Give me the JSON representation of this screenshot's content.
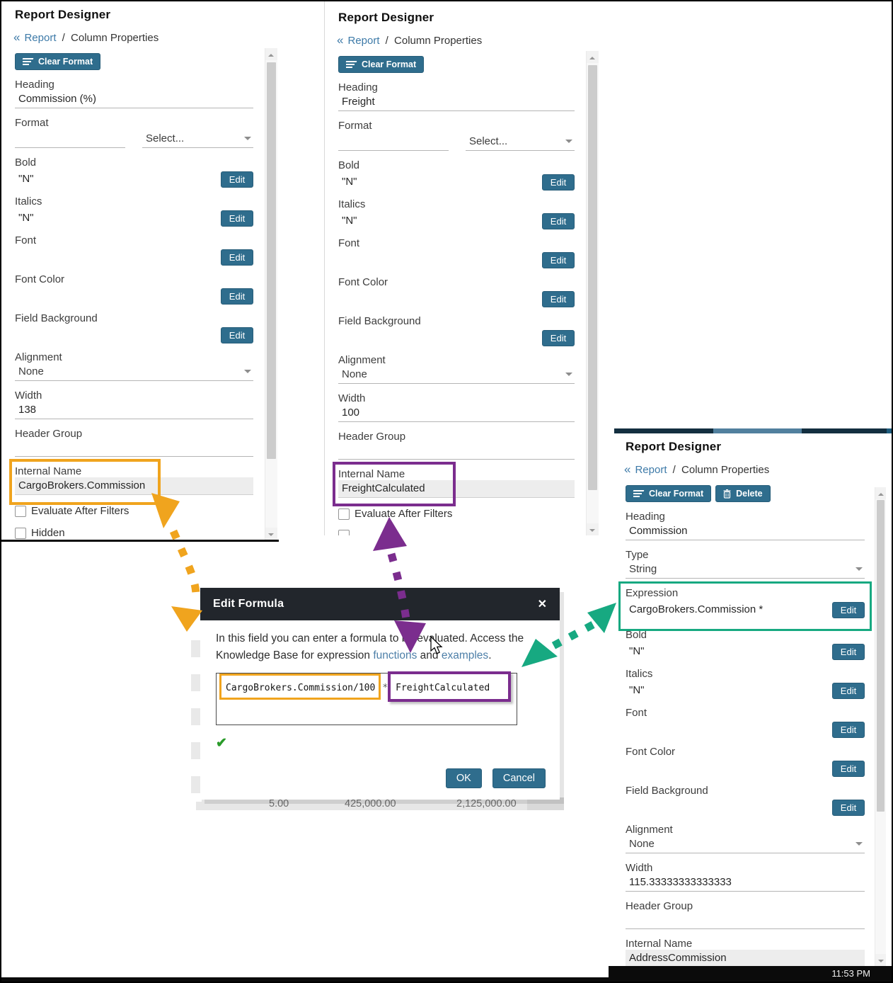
{
  "colors": {
    "accent_teal": "#2f6d8d",
    "highlight_orange": "#f0a41e",
    "highlight_purple": "#7b2d8e",
    "highlight_green": "#17a981",
    "link_blue": "#4d7fa8"
  },
  "panel_a": {
    "title": "Report Designer",
    "breadcrumb": {
      "back": "«",
      "link": "Report",
      "separator": "/",
      "current": "Column Properties"
    },
    "toolbar": {
      "clear_format": "Clear Format"
    },
    "fields": {
      "heading_label": "Heading",
      "heading_value": "Commission (%)",
      "format_label": "Format",
      "format_select": "Select...",
      "bold_label": "Bold",
      "bold_value": "\"N\"",
      "italics_label": "Italics",
      "italics_value": "\"N\"",
      "font_label": "Font",
      "font_color_label": "Font Color",
      "field_background_label": "Field Background",
      "alignment_label": "Alignment",
      "alignment_value": "None",
      "width_label": "Width",
      "width_value": "138",
      "header_group_label": "Header Group",
      "internal_name_label": "Internal Name",
      "internal_name_value": "CargoBrokers.Commission",
      "evaluate_after_filters": "Evaluate After Filters",
      "hidden": "Hidden",
      "edit_label": "Edit"
    }
  },
  "panel_b": {
    "title": "Report Designer",
    "breadcrumb": {
      "back": "«",
      "link": "Report",
      "separator": "/",
      "current": "Column Properties"
    },
    "toolbar": {
      "clear_format": "Clear Format"
    },
    "fields": {
      "heading_label": "Heading",
      "heading_value": "Freight",
      "format_label": "Format",
      "format_select": "Select...",
      "bold_label": "Bold",
      "bold_value": "\"N\"",
      "italics_label": "Italics",
      "italics_value": "\"N\"",
      "font_label": "Font",
      "font_color_label": "Font Color",
      "field_background_label": "Field Background",
      "alignment_label": "Alignment",
      "alignment_value": "None",
      "width_label": "Width",
      "width_value": "100",
      "header_group_label": "Header Group",
      "internal_name_label": "Internal Name",
      "internal_name_value": "FreightCalculated",
      "evaluate_after_filters": "Evaluate After Filters",
      "edit_label": "Edit"
    }
  },
  "panel_c": {
    "title": "Report Designer",
    "breadcrumb": {
      "back": "«",
      "link": "Report",
      "separator": "/",
      "current": "Column Properties"
    },
    "toolbar": {
      "clear_format": "Clear Format",
      "delete": "Delete"
    },
    "fields": {
      "heading_label": "Heading",
      "heading_value": "Commission",
      "type_label": "Type",
      "type_value": "String",
      "expression_label": "Expression",
      "expression_value": "CargoBrokers.Commission *",
      "bold_label": "Bold",
      "bold_value": "\"N\"",
      "italics_label": "Italics",
      "italics_value": "\"N\"",
      "font_label": "Font",
      "font_color_label": "Font Color",
      "field_background_label": "Field Background",
      "alignment_label": "Alignment",
      "alignment_value": "None",
      "width_label": "Width",
      "width_value": "115.33333333333333",
      "header_group_label": "Header Group",
      "internal_name_label": "Internal Name",
      "internal_name_value": "AddressCommission",
      "edit_label": "Edit"
    }
  },
  "dialog": {
    "title": "Edit Formula",
    "close": "✕",
    "text_before": "In this field you can enter a formula to be evaluated. Access the Knowledge Base for expression ",
    "functions_link": "functions",
    "text_mid": " and ",
    "examples_link": "examples",
    "text_end": ".",
    "formula_left": "CargoBrokers.Commission/100",
    "formula_operator": "*",
    "formula_right": "FreightCalculated",
    "valid_icon": "✔",
    "ok_label": "OK",
    "cancel_label": "Cancel"
  },
  "background_row": {
    "values": [
      "5.00",
      "425,000.00",
      "2,125,000.00"
    ]
  },
  "taskbar": {
    "time": "11:53 PM"
  }
}
